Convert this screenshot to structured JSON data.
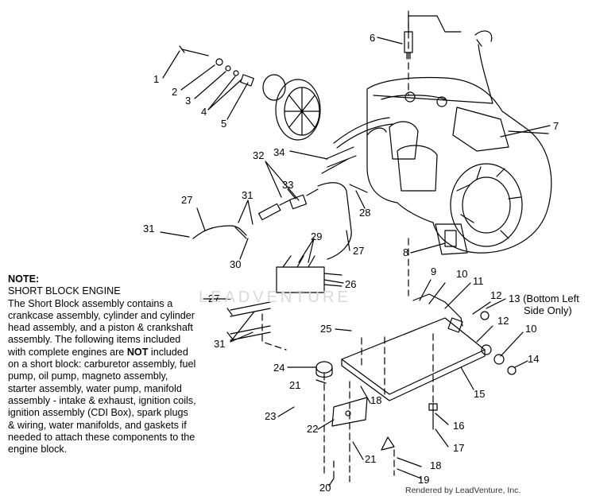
{
  "callouts": [
    {
      "id": "c1",
      "text": "1"
    },
    {
      "id": "c2",
      "text": "2"
    },
    {
      "id": "c3",
      "text": "3"
    },
    {
      "id": "c4",
      "text": "4"
    },
    {
      "id": "c5",
      "text": "5"
    },
    {
      "id": "c6",
      "text": "6"
    },
    {
      "id": "c7",
      "text": "7"
    },
    {
      "id": "c8",
      "text": "8"
    },
    {
      "id": "c9",
      "text": "9"
    },
    {
      "id": "c10a",
      "text": "10"
    },
    {
      "id": "c11",
      "text": "11"
    },
    {
      "id": "c12a",
      "text": "12"
    },
    {
      "id": "c13",
      "text": "13 (Bottom Left"
    },
    {
      "id": "c13b",
      "text": "Side Only)"
    },
    {
      "id": "c12b",
      "text": "12"
    },
    {
      "id": "c10b",
      "text": "10"
    },
    {
      "id": "c14",
      "text": "14"
    },
    {
      "id": "c15",
      "text": "15"
    },
    {
      "id": "c16",
      "text": "16"
    },
    {
      "id": "c17",
      "text": "17"
    },
    {
      "id": "c18a",
      "text": "18"
    },
    {
      "id": "c18b",
      "text": "18"
    },
    {
      "id": "c19",
      "text": "19"
    },
    {
      "id": "c20",
      "text": "20"
    },
    {
      "id": "c21a",
      "text": "21"
    },
    {
      "id": "c21b",
      "text": "21"
    },
    {
      "id": "c22",
      "text": "22"
    },
    {
      "id": "c23",
      "text": "23"
    },
    {
      "id": "c24",
      "text": "24"
    },
    {
      "id": "c25",
      "text": "25"
    },
    {
      "id": "c26",
      "text": "26"
    },
    {
      "id": "c27a",
      "text": "27"
    },
    {
      "id": "c27b",
      "text": "27"
    },
    {
      "id": "c27c",
      "text": "27"
    },
    {
      "id": "c28",
      "text": "28"
    },
    {
      "id": "c29",
      "text": "29"
    },
    {
      "id": "c30",
      "text": "30"
    },
    {
      "id": "c31a",
      "text": "31"
    },
    {
      "id": "c31b",
      "text": "31"
    },
    {
      "id": "c31c",
      "text": "31"
    },
    {
      "id": "c32",
      "text": "32"
    },
    {
      "id": "c33",
      "text": "33"
    },
    {
      "id": "c34",
      "text": "34"
    }
  ],
  "note": {
    "heading": "NOTE:",
    "subheading": "SHORT BLOCK ENGINE",
    "body_part1": "The Short Block assembly contains a crankcase assembly, cylinder and cylinder head assembly, and a piston & crankshaft assembly.  The following items included with complete engines are ",
    "emphasis": "NOT",
    "body_part2": " included on a short block:  carburetor assembly, fuel pump, oil pump, magneto assembly, starter assembly, water pump, manifold assembly - intake & exhaust, ignition coils, ignition assembly (CDI Box), spark plugs & wiring, water manifolds, and gaskets if needed to attach these components to the engine block."
  },
  "watermark": "LEADVENTURE",
  "credit": "Rendered by LeadVenture, Inc."
}
